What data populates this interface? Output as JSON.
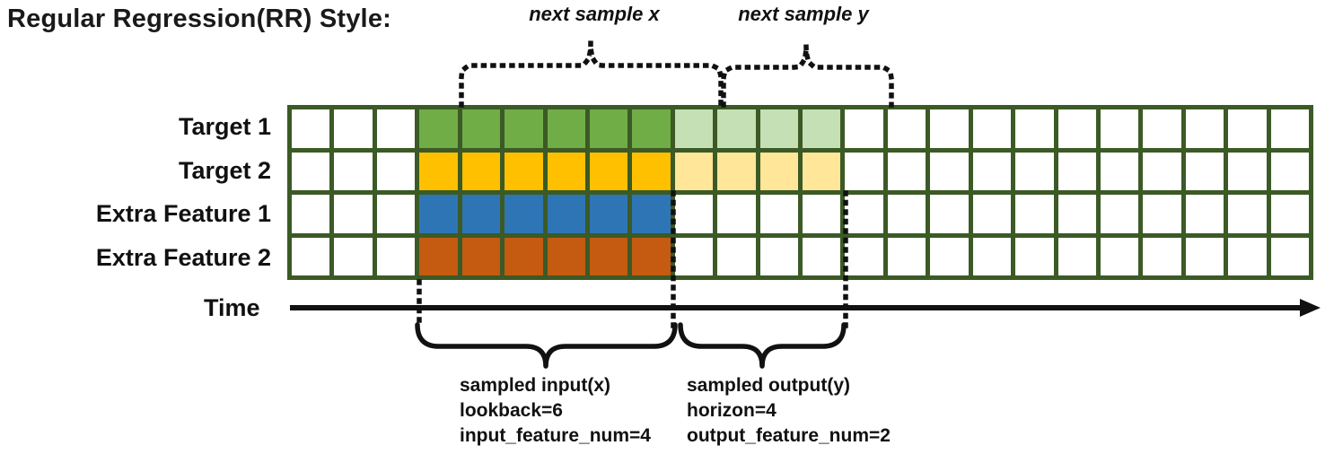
{
  "title": "Regular Regression(RR) Style:",
  "annotations": {
    "next_sample_x": "next sample x",
    "next_sample_y": "next sample y",
    "time_label": "Time",
    "input_lines": [
      "sampled input(x)",
      "lookback=6",
      "input_feature_num=4"
    ],
    "output_lines": [
      "sampled output(y)",
      "horizon=4",
      "output_feature_num=2"
    ]
  },
  "colors": {
    "grid_border_green": "#3b5a25",
    "cell_white": "#ffffff",
    "line_black": "#111111"
  },
  "grid": {
    "columns": 24,
    "input_start_col": 3,
    "lookback": 6,
    "horizon": 4,
    "rows": [
      {
        "label": "Target 1",
        "input_fill": "#70AD47",
        "output_fill": "#C5E0B4",
        "has_output": true
      },
      {
        "label": "Target 2",
        "input_fill": "#FFC000",
        "output_fill": "#FFE699",
        "has_output": true
      },
      {
        "label": "Extra Feature 1",
        "input_fill": "#2E75B6",
        "output_fill": null,
        "has_output": false
      },
      {
        "label": "Extra Feature 2",
        "input_fill": "#C55A11",
        "output_fill": null,
        "has_output": false
      }
    ]
  }
}
